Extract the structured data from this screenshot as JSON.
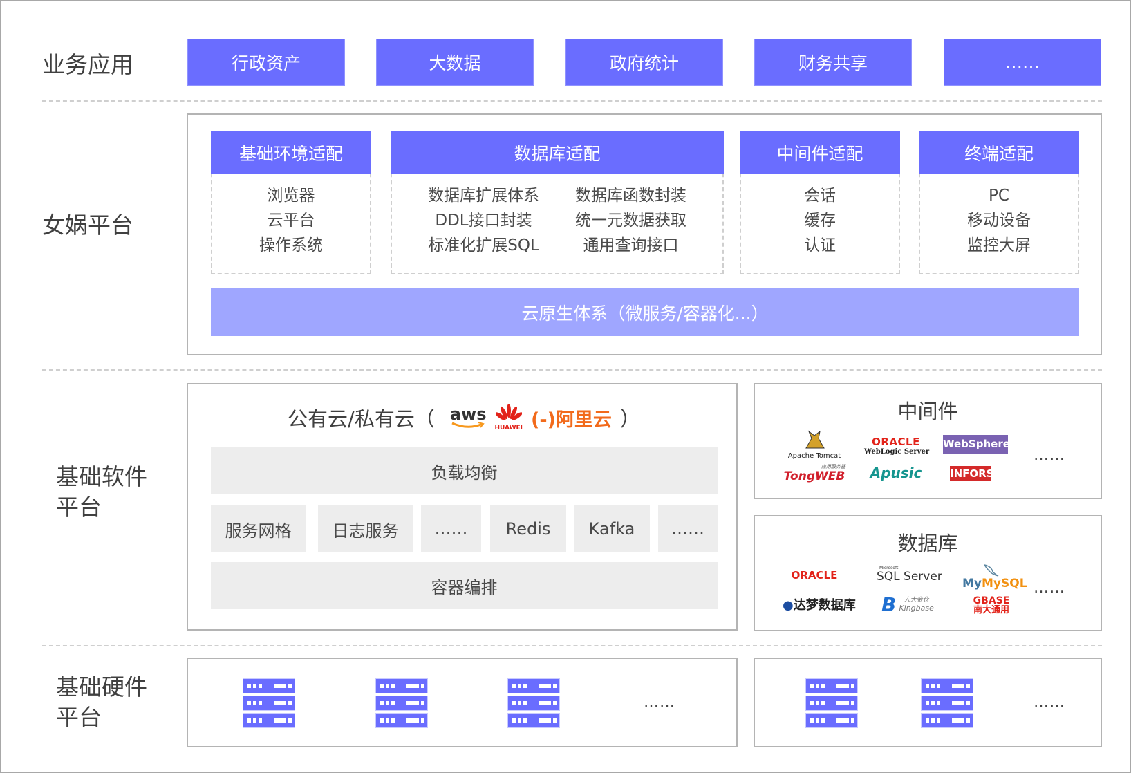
{
  "layers": {
    "business": "业务应用",
    "platform": "女娲平台",
    "software": [
      "基础软件",
      "平台"
    ],
    "hardware": [
      "基础硬件",
      "平台"
    ]
  },
  "business_apps": [
    "行政资产",
    "大数据",
    "政府统计",
    "财务共享",
    "……"
  ],
  "adapters": [
    {
      "title": "基础环境适配",
      "items": [
        "浏览器",
        "云平台",
        "操作系统"
      ]
    },
    {
      "title": "数据库适配",
      "columns": [
        [
          "数据库扩展体系",
          "DDL接口封装",
          "标准化扩展SQL"
        ],
        [
          "数据库函数封装",
          "统一元数据获取",
          "通用查询接口"
        ]
      ]
    },
    {
      "title": "中间件适配",
      "items": [
        "会话",
        "缓存",
        "认证"
      ]
    },
    {
      "title": "终端适配",
      "items": [
        "PC",
        "移动设备",
        "监控大屏"
      ]
    }
  ],
  "cloud_native": "云原生体系（微服务/容器化...）",
  "cloud": {
    "title": "公有云/私有云（",
    "title_close": "）",
    "logos": {
      "aws": "aws",
      "huawei": "HUAWEI",
      "aliyun": "阿里云",
      "aliyun_mark": "(-)"
    },
    "load_balance": "负载均衡",
    "services": [
      "服务网格",
      "日志服务",
      "……",
      "Redis",
      "Kafka",
      "……"
    ],
    "orchestration": "容器编排"
  },
  "middleware": {
    "title": "中间件",
    "logos": [
      "Apache Tomcat",
      "ORACLE",
      "WebLogic Server",
      "WebSphere.",
      "应用服务器",
      "TongWEB",
      "Apusic",
      "INFORS"
    ],
    "more": "……"
  },
  "database": {
    "title": "数据库",
    "logos": [
      "ORACLE",
      "Microsoft",
      "SQL Server",
      "MySQL",
      "达梦数据库",
      "人大金仓",
      "Kingbase",
      "GBASE",
      "南大通用"
    ],
    "more": "……"
  },
  "hardware": {
    "more_left": "……",
    "more_right": "……"
  },
  "colors": {
    "primary": "#6a6dff",
    "cloud_native": "#9fa6ff",
    "grey_block": "#ededed",
    "oracle_red": "#e2231a",
    "aliyun_orange": "#f26a1b"
  }
}
